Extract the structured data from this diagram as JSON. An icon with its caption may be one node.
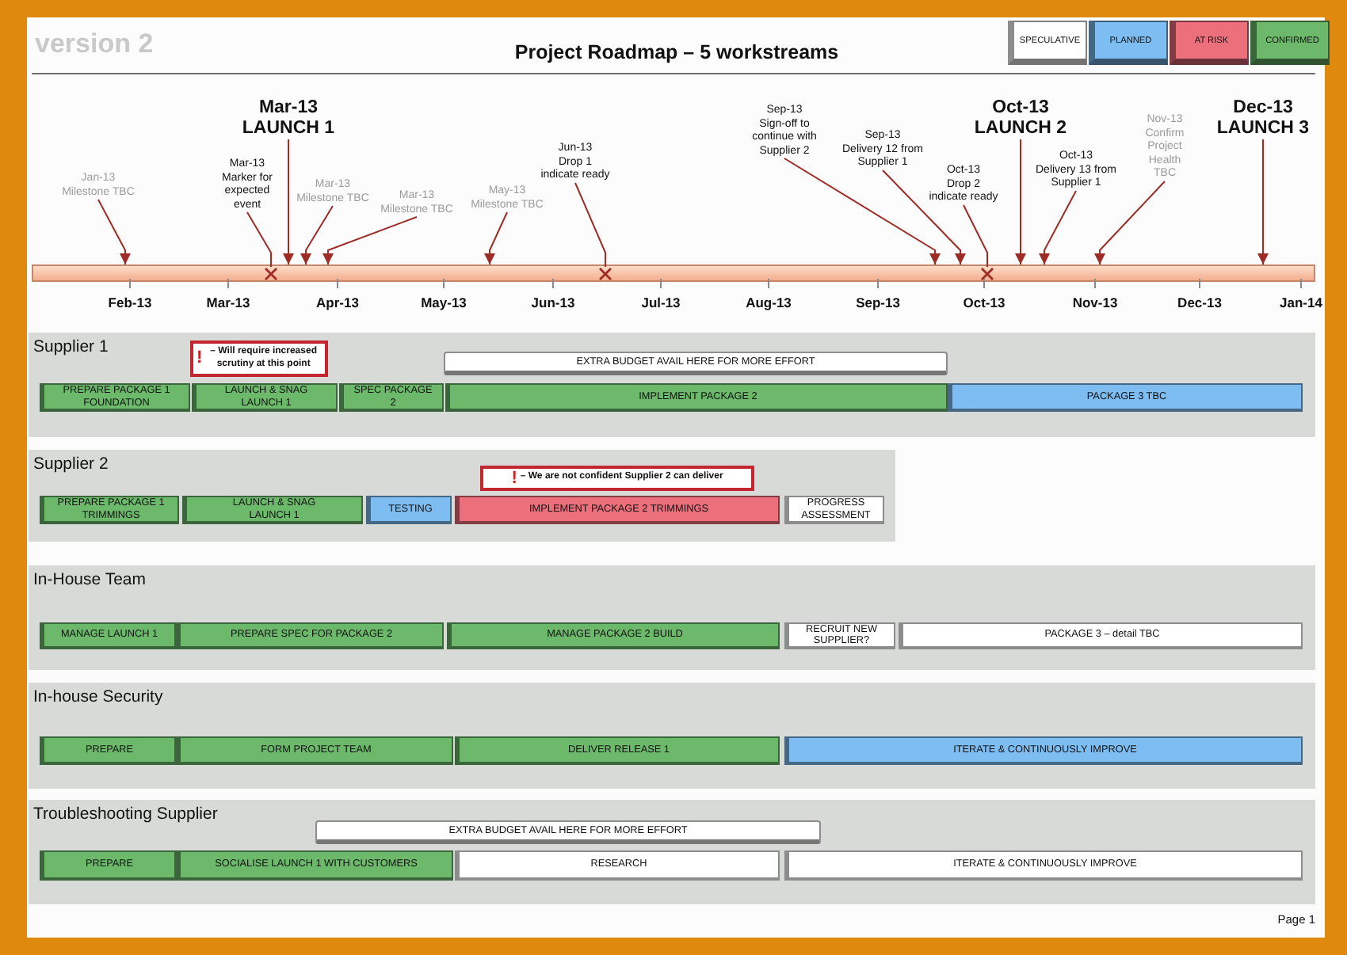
{
  "diagram": {
    "title": "Project Roadmap – 5 workstreams",
    "nodes": [
      {
        "text": [
          "Jan-13 Milestone TBC"
        ]
      },
      {
        "text": [
          "Mar-13 Marker for expected event"
        ]
      },
      {
        "text": [
          "Mar-13 LAUNCH 1"
        ]
      },
      {
        "text": [
          "Mar-13 Milestone TBC"
        ]
      },
      {
        "text": [
          "Mar-13 Milestone TBC"
        ]
      },
      {
        "text": [
          "May-13 Milestone TBC"
        ]
      },
      {
        "text": [
          "Jun-13 Drop 1 indicate ready"
        ]
      },
      {
        "text": [
          "Sep-13 Sign-off to continue with Supplier 2"
        ]
      },
      {
        "text": [
          "Sep-13 Delivery 12 from Supplier 1"
        ]
      },
      {
        "text": [
          "Oct-13 Drop 2 indicate ready"
        ]
      },
      {
        "text": [
          "Oct-13 LAUNCH 2"
        ]
      },
      {
        "text": [
          "Oct-13 Delivery 13 from Supplier 1"
        ]
      },
      {
        "text": [
          "Nov-13 Confirm Project Health TBC"
        ]
      },
      {
        "text": [
          "Dec-13 LAUNCH 3"
        ]
      },
      {
        "text": [],
        "shape": "bar"
      },
      {
        "text": [],
        "shape": "cross",
        "in": 14
      },
      {
        "text": [],
        "shape": "cross",
        "in": 14
      },
      {
        "text": [],
        "shape": "cross",
        "in": 14
      },
      {
        "text": [
          "Supplier 1"
        ]
      },
      {
        "text": [
          "!",
          "– Will require increased scrutiny at this point"
        ],
        "in": 18
      },
      {
        "text": [
          "EXTRA BUDGET AVAIL HERE FOR MORE EFFORT"
        ],
        "in": 18
      },
      {
        "text": [
          "PREPARE PACKAGE 1 FOUNDATION"
        ],
        "in": 18
      },
      {
        "text": [
          "LAUNCH & SNAG LAUNCH 1"
        ],
        "in": 18
      },
      {
        "text": [
          "SPEC PACKAGE 2"
        ],
        "in": 18
      },
      {
        "text": [
          "IMPLEMENT PACKAGE 2"
        ],
        "in": 18
      },
      {
        "text": [
          "PACKAGE 3 TBC"
        ],
        "in": 18
      },
      {
        "text": [
          "Supplier 2"
        ]
      },
      {
        "text": [
          "!",
          "– We are not confident Supplier 2 can deliver"
        ],
        "in": 26
      },
      {
        "text": [
          "PREPARE PACKAGE 1 TRIMMINGS"
        ],
        "in": 26
      },
      {
        "text": [
          "LAUNCH & SNAG LAUNCH 1"
        ],
        "in": 26
      },
      {
        "text": [
          "TESTING"
        ],
        "in": 26
      },
      {
        "text": [
          "IMPLEMENT PACKAGE 2 TRIMMINGS"
        ],
        "in": 26
      },
      {
        "text": [
          "PROGRESS ASSESSMENT"
        ],
        "in": 26
      },
      {
        "text": [
          "In-House Team"
        ]
      },
      {
        "text": [
          "MANAGE LAUNCH 1"
        ],
        "in": 33
      },
      {
        "text": [
          "PREPARE SPEC FOR PACKAGE 2"
        ],
        "in": 33
      },
      {
        "text": [
          "MANAGE PACKAGE 2 BUILD"
        ],
        "in": 33
      },
      {
        "text": [
          "RECRUIT NEW SUPPLIER?"
        ],
        "in": 33
      },
      {
        "text": [
          "PACKAGE 3 – detail TBC"
        ],
        "in": 33
      },
      {
        "text": [
          "In-house Security"
        ]
      },
      {
        "text": [
          "PREPARE"
        ],
        "in": 39
      },
      {
        "text": [
          "FORM PROJECT TEAM"
        ],
        "in": 39
      },
      {
        "text": [
          "DELIVER RELEASE 1"
        ],
        "in": 39
      },
      {
        "text": [
          "ITERATE & CONTINUOUSLY IMPROVE"
        ],
        "in": 39
      },
      {
        "text": [
          "Troubleshooting Supplier"
        ]
      },
      {
        "text": [
          "EXTRA BUDGET AVAIL HERE FOR MORE EFFORT"
        ],
        "in": 44
      },
      {
        "text": [
          "PREPARE"
        ],
        "in": 44
      },
      {
        "text": [
          "SOCIALISE LAUNCH 1 WITH CUSTOMERS"
        ],
        "in": 44
      },
      {
        "text": [
          "RESEARCH"
        ],
        "in": 44
      },
      {
        "text": [
          "ITERATE & CONTINUOUSLY IMPROVE"
        ],
        "in": 44
      }
    ],
    "edges": [
      {
        "from": 0,
        "to": 14,
        "arrow": "to"
      },
      {
        "from": 1,
        "to": 15,
        "arrow": "none"
      },
      {
        "from": 2,
        "to": 14,
        "arrow": "to"
      },
      {
        "from": 3,
        "to": 14,
        "arrow": "to"
      },
      {
        "from": 4,
        "to": 14,
        "arrow": "to"
      },
      {
        "from": 5,
        "to": 14,
        "arrow": "to"
      },
      {
        "from": 6,
        "to": 16,
        "arrow": "none"
      },
      {
        "from": 7,
        "to": 14,
        "arrow": "to"
      },
      {
        "from": 8,
        "to": 14,
        "arrow": "to"
      },
      {
        "from": 9,
        "to": 17,
        "arrow": "none"
      },
      {
        "from": 10,
        "to": 14,
        "arrow": "to"
      },
      {
        "from": 11,
        "to": 14,
        "arrow": "to"
      },
      {
        "from": 12,
        "to": 14,
        "arrow": "to"
      },
      {
        "from": 13,
        "to": 14,
        "arrow": "to"
      }
    ],
    "labels": [
      "version 2",
      "Feb-13",
      "Mar-13",
      "Apr-13",
      "May-13",
      "Jun-13",
      "Jul-13",
      "Aug-13",
      "Sep-13",
      "Oct-13",
      "Nov-13",
      "Dec-13",
      "Jan-14",
      "Page 1"
    ],
    "legend": [
      {
        "text": "SPECULATIVE",
        "color": "#ffffff"
      },
      {
        "text": "PLANNED",
        "color": "#7dbdf2"
      },
      {
        "text": "AT RISK",
        "color": "#ec6f7c"
      },
      {
        "text": "CONFIRMED",
        "color": "#6cb96b"
      }
    ]
  }
}
